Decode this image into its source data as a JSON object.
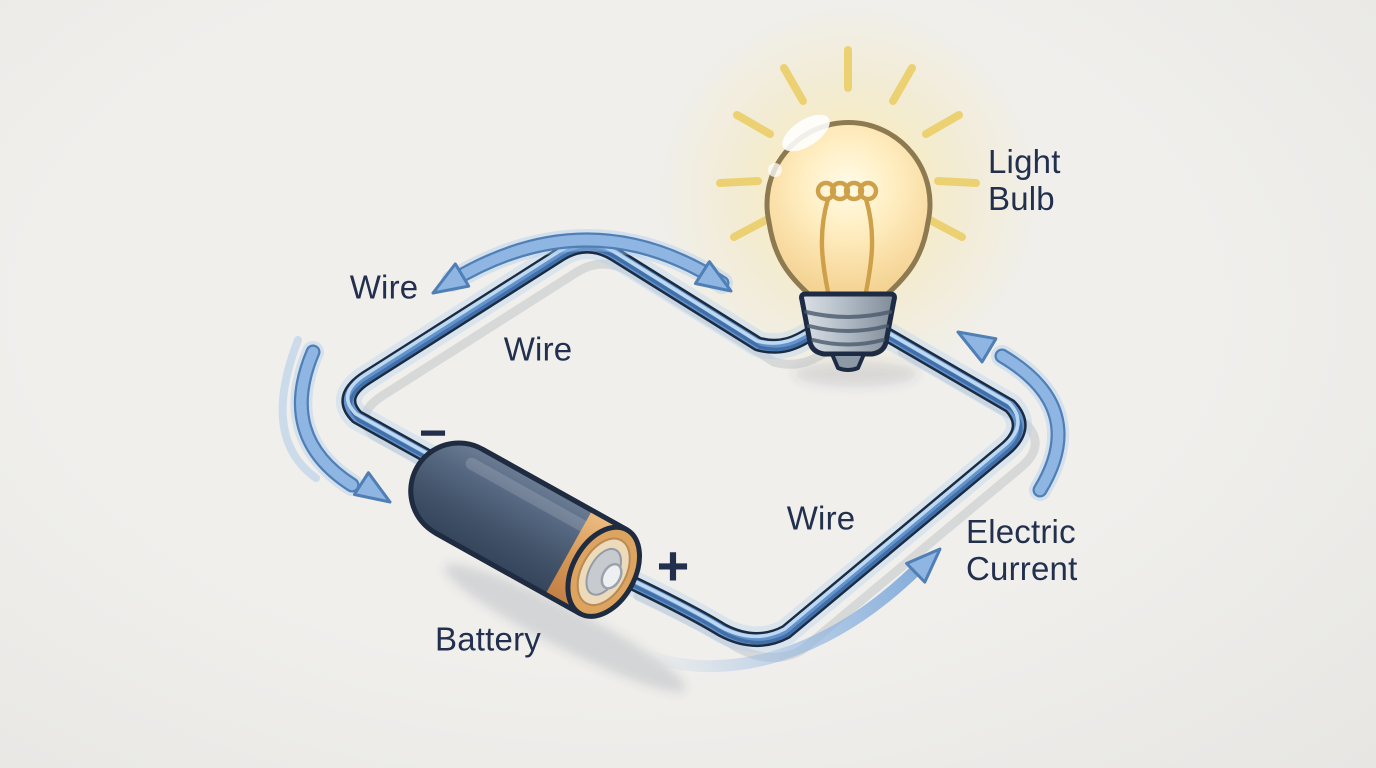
{
  "diagram": {
    "name": "simple-electric-circuit",
    "labels": {
      "wire_top_left": "Wire",
      "wire_top_center": "Wire",
      "wire_bottom_right": "Wire",
      "light_bulb_line1": "Light",
      "light_bulb_line2": "Bulb",
      "electric_current_line1": "Electric",
      "electric_current_line2": "Current",
      "battery": "Battery",
      "positive_terminal": "+",
      "negative_terminal": "−"
    },
    "components": {
      "battery": "Battery",
      "light_bulb": "Light Bulb",
      "wire": "Wire",
      "current": "Electric Current"
    },
    "colors": {
      "background": "#edecea",
      "text": "#22304e",
      "wire_outline": "#1b2b42",
      "wire_fill": "#6493cb",
      "wire_highlight": "#c2dbf2",
      "wire_shade": "#3a69a3",
      "arrow_fill": "#8fb6e3",
      "arrow_border": "#4f7fb5",
      "bulb_ray": "#ecd06e",
      "bulb_filament": "#cfa04a",
      "bulb_glass_outline": "#8d7a50",
      "bulb_glow": "#fce696",
      "battery_body": "#47586d",
      "battery_band": "#d89a57",
      "battery_terminal_silver": "#c7cbd0"
    }
  }
}
